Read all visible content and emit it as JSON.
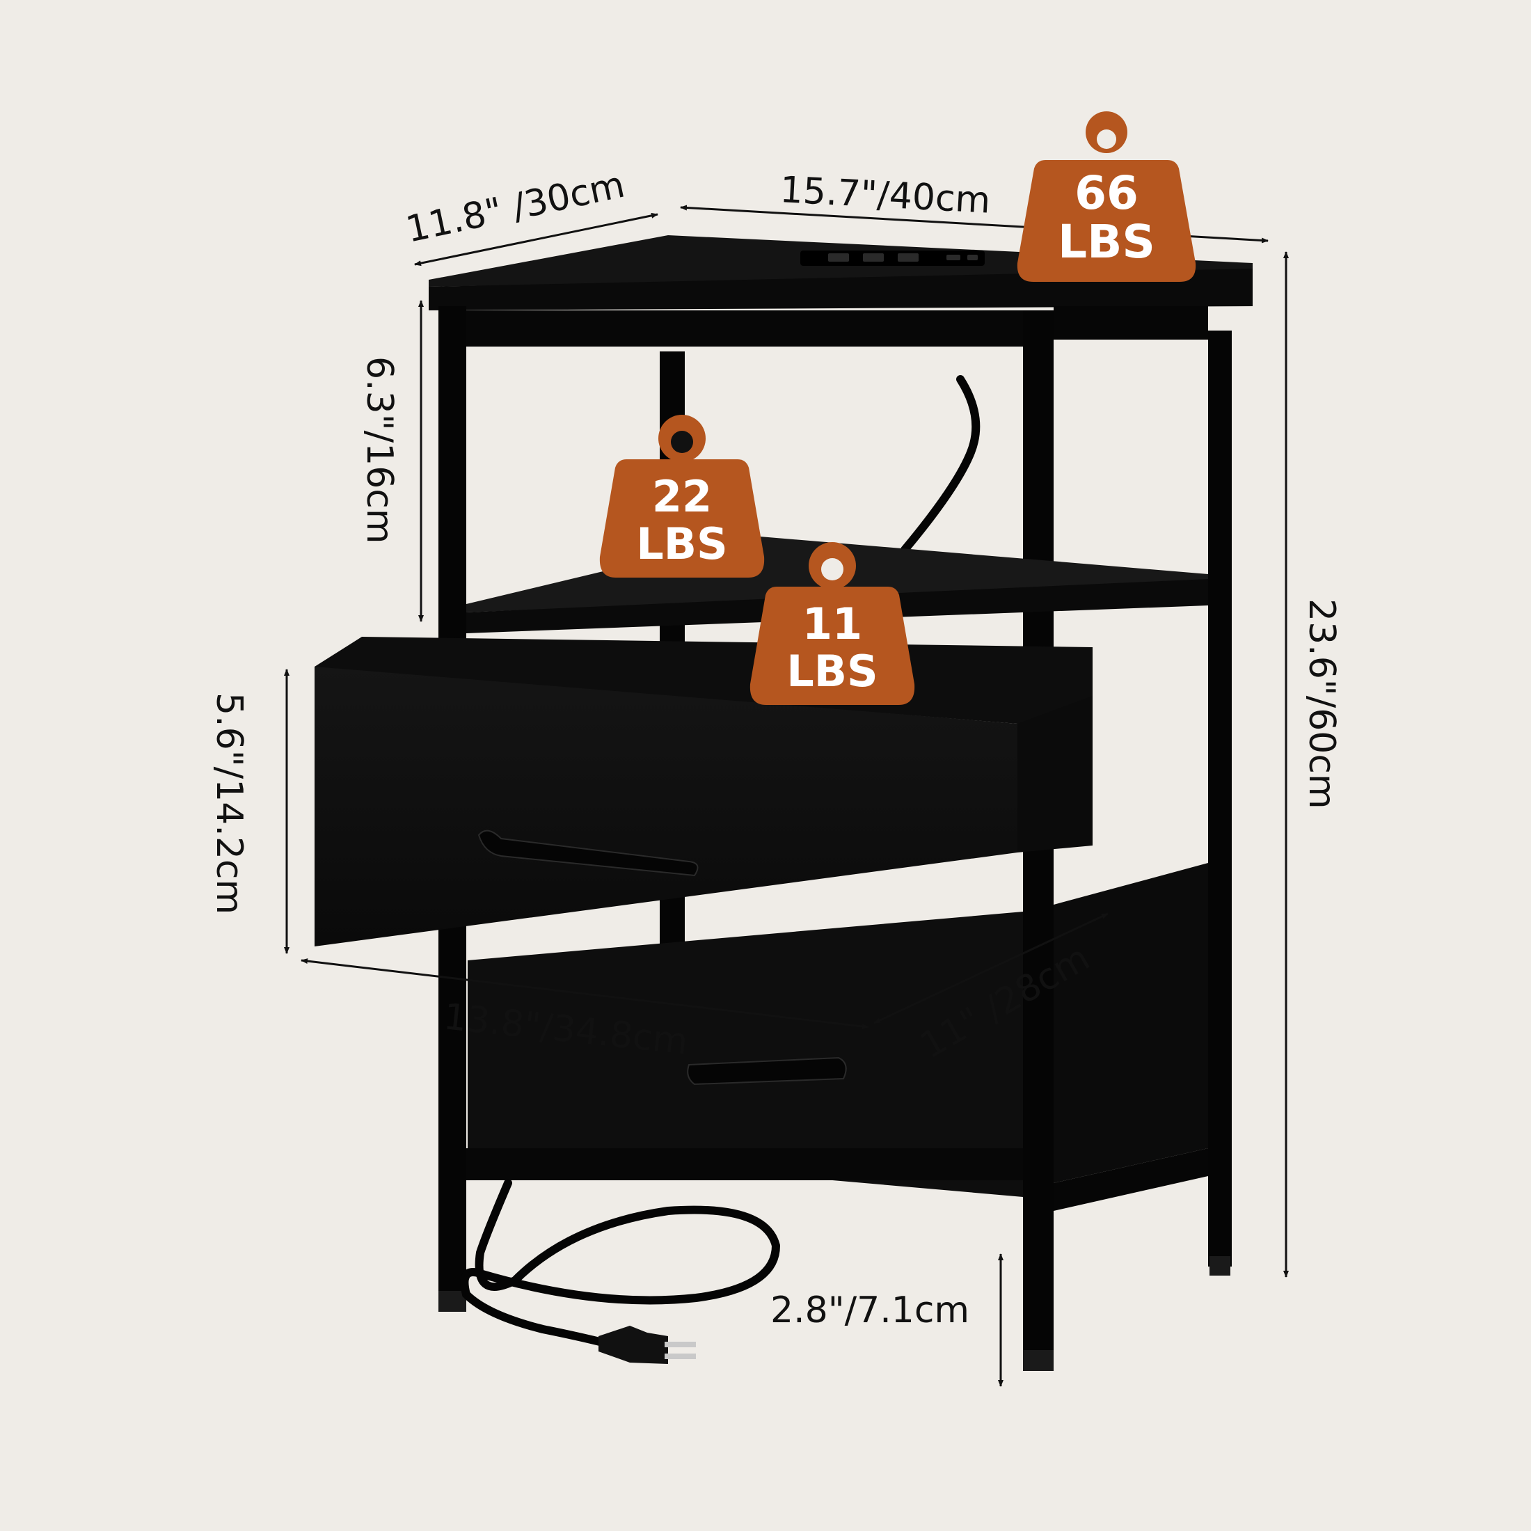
{
  "colors": {
    "background": "#efece7",
    "furniture": "#0b0b0b",
    "frame": "#050505",
    "weight_badge": "#b5561f",
    "dimension_line": "#111111"
  },
  "dimensions": {
    "depth": "11.8\" /30cm",
    "width": "15.7\"/40cm",
    "total_height": "23.6\"/60cm",
    "shelf_gap": "6.3\"/16cm",
    "drawer_height": "5.6\"/14.2cm",
    "drawer_width": "13.8\"/34.8cm",
    "drawer_depth": "11\" /28cm",
    "leg_clearance": "2.8\"/7.1cm"
  },
  "weights": {
    "top": {
      "value": "66",
      "unit": "LBS"
    },
    "shelf": {
      "value": "22",
      "unit": "LBS"
    },
    "drawer": {
      "value": "11",
      "unit": "LBS"
    }
  },
  "icons": {
    "weight": "weight-icon",
    "outlet": "power-outlet-icon",
    "plug": "power-plug-icon"
  }
}
